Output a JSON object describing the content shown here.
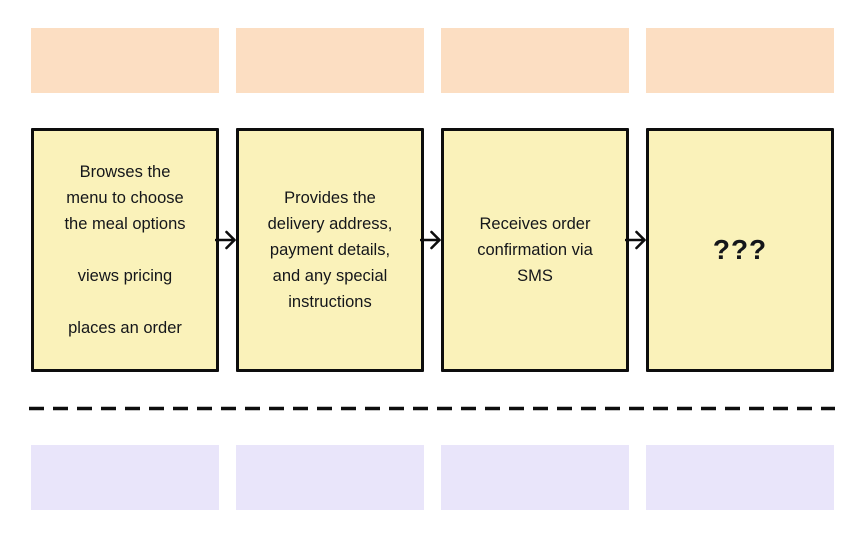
{
  "colors": {
    "background": "#ffffff",
    "phase_band": "#fcdec2",
    "card_fill": "#faf2ba",
    "card_border": "#0d0d0d",
    "note_band": "#e9e5fa",
    "connector": "#0d0d0d"
  },
  "icons": {
    "arrow_right": "→"
  },
  "diagram": {
    "steps": [
      {
        "paragraphs": [
          [
            "Browses the",
            "menu to choose",
            "the meal options"
          ],
          [
            "views pricing"
          ],
          [
            "places an order"
          ]
        ]
      },
      {
        "paragraphs": [
          [
            "Provides the",
            "delivery address,",
            "payment details,",
            "and any special",
            "instructions"
          ]
        ]
      },
      {
        "paragraphs": [
          [
            "Receives order",
            "confirmation via",
            "SMS"
          ]
        ]
      },
      {
        "paragraphs": [
          [
            "???"
          ]
        ]
      }
    ]
  }
}
